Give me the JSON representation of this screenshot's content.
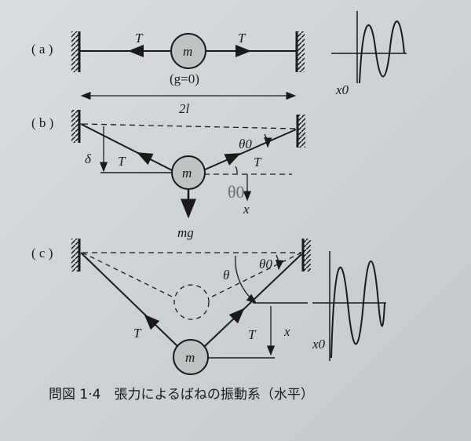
{
  "panels": {
    "a": {
      "label": "( a )",
      "tension_left": "T",
      "tension_right": "T",
      "mass": "m",
      "gravity_note": "(g=0)",
      "span": "2l",
      "amplitude": "x0"
    },
    "b": {
      "label": "( b )",
      "tension_left": "T",
      "tension_right": "T",
      "mass": "m",
      "sag": "δ",
      "angle": "θ0",
      "displacement": "x",
      "weight": "mg",
      "handwritten_note": "θ0"
    },
    "c": {
      "label": "( c )",
      "tension_left": "T",
      "tension_right": "T",
      "mass": "m",
      "angle": "θ",
      "angle0": "θ0",
      "displacement": "x",
      "amplitude": "x0"
    }
  },
  "caption": "問図 1·4　張力によるばねの振動系（水平）"
}
